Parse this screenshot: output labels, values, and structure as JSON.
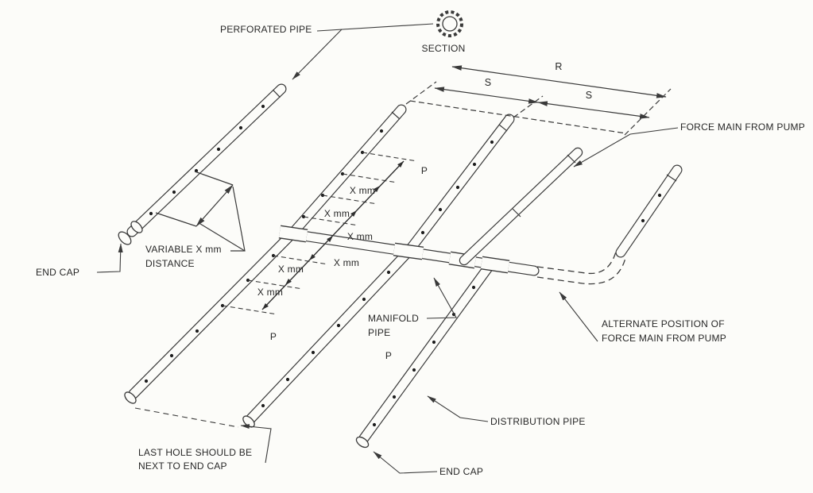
{
  "title": "Perforated pipe pressure distribution system diagram",
  "labels": {
    "perforated_pipe": "PERFORATED PIPE",
    "section": "SECTION",
    "end_cap_upper": "END CAP",
    "variable_distance": [
      "VARIABLE X mm",
      "DISTANCE"
    ],
    "manifold": [
      "MANIFOLD",
      "PIPE"
    ],
    "force_main": "FORCE MAIN FROM PUMP",
    "alternate_position": [
      "ALTERNATE POSITION OF",
      "FORCE MAIN FROM PUMP"
    ],
    "distribution_pipe": "DISTRIBUTION PIPE",
    "end_cap_lower": "END CAP",
    "last_hole": [
      "LAST HOLE SHOULD BE",
      "NEXT TO END CAP"
    ]
  },
  "dimensions": {
    "overall": "R",
    "spacing": [
      "S",
      "S"
    ],
    "hole_spacing": [
      "X mm",
      "X mm",
      "X mm",
      "X mm",
      "X mm",
      "X mm"
    ],
    "pipe_label": [
      "P",
      "P",
      "P"
    ]
  },
  "colors": {
    "line": "#3a3a3a",
    "background": "#fcfcf9",
    "text": "#272727"
  }
}
